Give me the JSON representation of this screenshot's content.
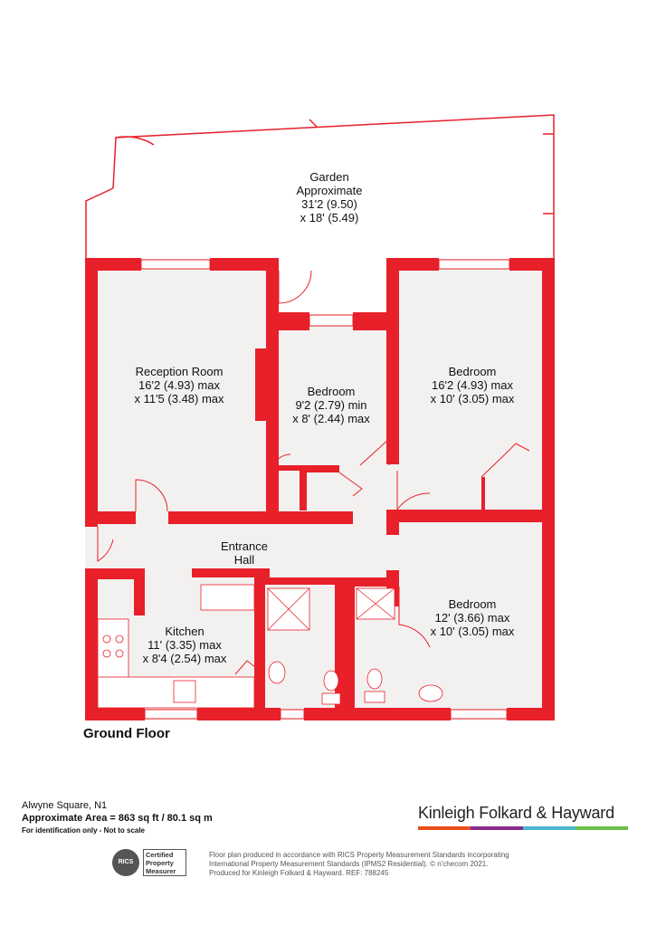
{
  "garden": {
    "line1": "Garden",
    "line2": "Approximate",
    "line3": "31'2 (9.50)",
    "line4": "x 18' (5.49)"
  },
  "rooms": {
    "reception": {
      "name": "Reception Room",
      "dim1": "16'2 (4.93) max",
      "dim2": "x 11'5 (3.48) max"
    },
    "bedroom_small": {
      "name": "Bedroom",
      "dim1": "9'2 (2.79) min",
      "dim2": "x 8' (2.44) max"
    },
    "bedroom_right": {
      "name": "Bedroom",
      "dim1": "16'2 (4.93) max",
      "dim2": "x 10' (3.05) max"
    },
    "entrance": {
      "name": "Entrance",
      "name2": "Hall"
    },
    "kitchen": {
      "name": "Kitchen",
      "dim1": "11' (3.35) max",
      "dim2": "x 8'4 (2.54) max"
    },
    "bedroom_lower": {
      "name": "Bedroom",
      "dim1": "12' (3.66) max",
      "dim2": "x 10' (3.05) max"
    }
  },
  "floor_label": "Ground Floor",
  "address": {
    "line1": "Alwyne Square, N1",
    "line2": "Approximate Area = 863 sq ft / 80.1 sq m",
    "line3": "For identification only - Not to scale"
  },
  "brand": {
    "name": "Kinleigh Folkard & Hayward",
    "bar_colors": [
      "#e94e1b",
      "#8a2a8b",
      "#4ab8d0",
      "#6abf4b"
    ]
  },
  "rics": {
    "logo_text": "RICS",
    "line1": "Certified",
    "line2": "Property",
    "line3": "Measurer"
  },
  "disclaimer": {
    "line1": "Floor plan produced in accordance with RICS Property Measurement Standards incorporating",
    "line2": "International Property Measurement Standards (IPMS2 Residential).  © n'checom 2021.",
    "line3": "Produced for Kinleigh Folkard & Hayward.   REF: 788245"
  },
  "colors": {
    "wall": "#e8202a",
    "floor": "#f2f1f0"
  }
}
